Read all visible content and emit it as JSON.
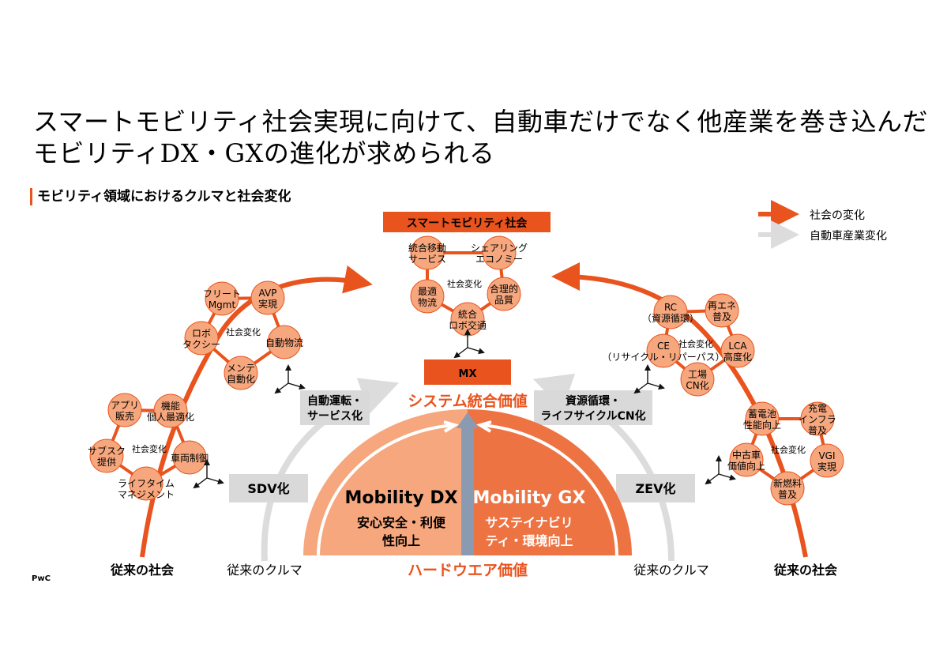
{
  "title": {
    "line1": "スマートモビリティ社会実現に向けて、自動車だけでなく他産業を巻き込んだ",
    "line2": "モビリティDX・GXの進化が求められる"
  },
  "subtitle": "モビリティ領域におけるクルマと社会変化",
  "legend": {
    "society": "社会の変化",
    "auto": "自動車産業変化",
    "colors": {
      "society": "#e9531d",
      "auto": "#d9d9d9"
    }
  },
  "top": {
    "banner": "スマートモビリティ社会",
    "center": "社会変化",
    "nodes": [
      [
        "統合移動",
        "サービス"
      ],
      [
        "シェアリング",
        "エコノミー"
      ],
      [
        "最適",
        "物流"
      ],
      [
        "合理的",
        "品質"
      ],
      [
        "統合",
        "ロボ交通"
      ]
    ]
  },
  "mx": "MX",
  "system_value": "システム統合価値",
  "hardware_value": "ハードウエア価値",
  "dx": {
    "title": "Mobility DX",
    "line1": "安心安全・利便",
    "line2": "性向上"
  },
  "gx": {
    "title": "Mobility GX",
    "line1": "サステイナビリ",
    "line2": "ティ・環境向上"
  },
  "left": {
    "bottom_label": "従来の社会",
    "car_label": "従来のクルマ",
    "sdv": "SDV化",
    "service": [
      "自動運転・",
      "サービス化"
    ],
    "upper": {
      "center": "社会変化",
      "nodes": [
        [
          "フリート",
          "Mgmt"
        ],
        [
          "AVP",
          "実現"
        ],
        [
          "ロボ",
          "タクシー"
        ],
        [
          "自動物流"
        ],
        [
          "メンテ",
          "自動化"
        ]
      ]
    },
    "lower": {
      "center": "社会変化",
      "nodes": [
        [
          "アプリ",
          "販売"
        ],
        [
          "機能",
          "個人最適化"
        ],
        [
          "サブスク",
          "提供"
        ],
        [
          "車両制御"
        ],
        [
          "ライフタイム",
          "マネジメント"
        ]
      ]
    }
  },
  "right": {
    "bottom_label": "従来の社会",
    "car_label": "従来のクルマ",
    "zev": "ZEV化",
    "service": [
      "資源循環・",
      "ライフサイクルCN化"
    ],
    "upper": {
      "center": "社会変化",
      "nodes": [
        [
          "RC",
          "（資源循環）"
        ],
        [
          "再エネ",
          "普及"
        ],
        [
          "CE",
          "（リサイクル・リパーパス）"
        ],
        [
          "LCA",
          "高度化"
        ],
        [
          "工場",
          "CN化"
        ]
      ]
    },
    "lower": {
      "center": "社会変化",
      "nodes": [
        [
          "蓄電池",
          "性能向上"
        ],
        [
          "充電",
          "インフラ",
          "普及"
        ],
        [
          "中古車",
          "価値向上"
        ],
        [
          "VGI",
          "実現"
        ],
        [
          "新燃料",
          "普及"
        ]
      ]
    }
  },
  "footer": "PwC"
}
